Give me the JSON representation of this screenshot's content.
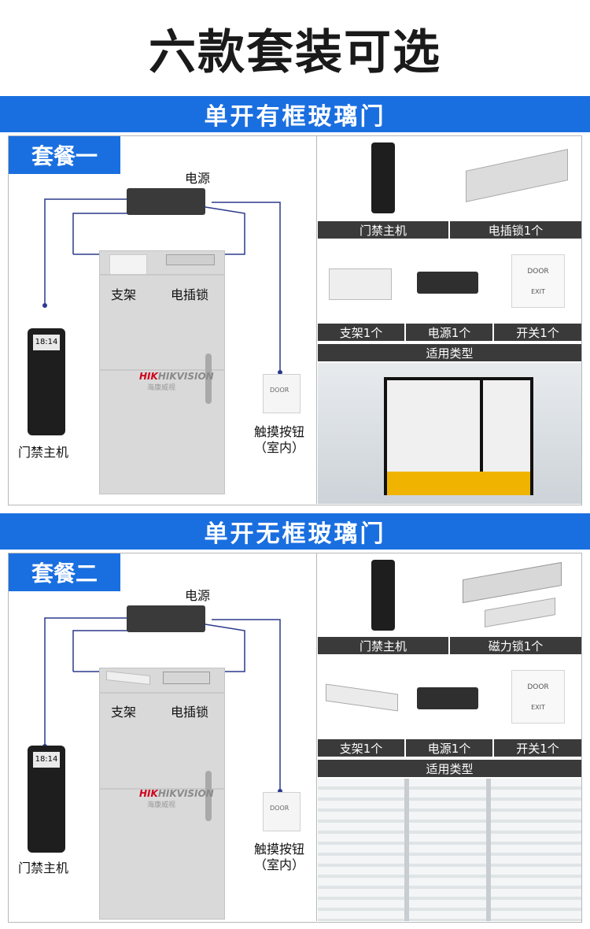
{
  "title": "六款套装可选",
  "sections": [
    {
      "banner": "单开有框玻璃门",
      "plan": "套餐一",
      "diagram": {
        "power_label": "电源",
        "bracket_label": "支架",
        "lock_label": "电插锁",
        "reader_label": "门禁主机",
        "button_label": "触摸按钮",
        "button_sub": "（室内）",
        "brand_main": "HIKVISION",
        "brand_sub": "海康威视"
      },
      "products": {
        "reader": "门禁主机",
        "lock": "电插锁1个",
        "bracket": "支架1个",
        "power": "电源1个",
        "switch": "开关1个",
        "type_header": "适用类型"
      }
    },
    {
      "banner": "单开无框玻璃门",
      "plan": "套餐二",
      "diagram": {
        "power_label": "电源",
        "bracket_label": "支架",
        "lock_label": "电插锁",
        "reader_label": "门禁主机",
        "button_label": "触摸按钮",
        "button_sub": "（室内）",
        "brand_main": "HIKVISION",
        "brand_sub": "海康威视"
      },
      "products": {
        "reader": "门禁主机",
        "lock": "磁力锁1个",
        "bracket": "支架1个",
        "power": "电源1个",
        "switch": "开关1个",
        "type_header": "适用类型"
      }
    }
  ],
  "device_text": {
    "screen_time": "18:14",
    "door_word": "DOOR",
    "exit_word": "EXIT"
  },
  "colors": {
    "accent": "#1a6fe0",
    "caption_bg": "#3a3a3a",
    "wire": "#2b3a8c"
  },
  "icons": [
    "card-reader-icon",
    "electric-bolt-lock-icon",
    "magnetic-lock-icon",
    "bracket-icon",
    "power-supply-icon",
    "exit-button-icon"
  ]
}
